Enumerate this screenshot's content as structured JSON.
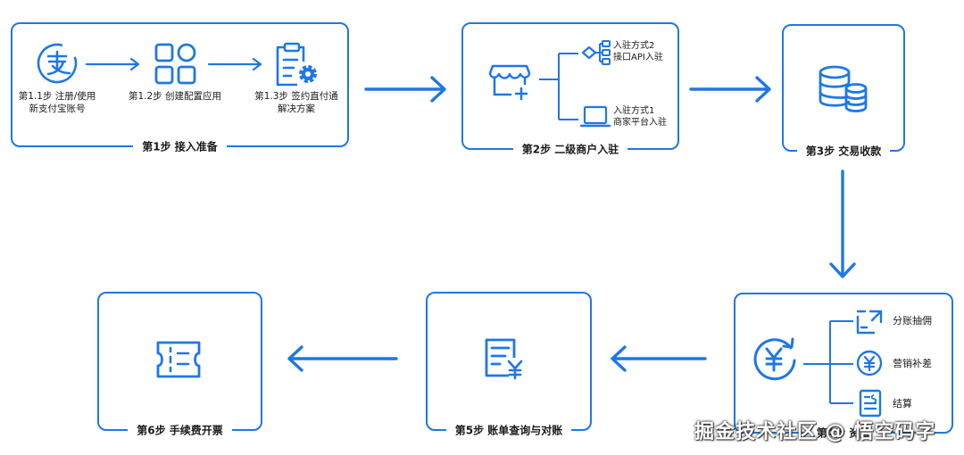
{
  "steps": {
    "step1": {
      "label": "第1步 接入准备",
      "substeps": [
        {
          "line1": "第1.1步 注册/使用",
          "line2": "新支付宝账号",
          "icon": "alipay-icon"
        },
        {
          "line1": "第1.2步 创建配置应用",
          "icon": "app-grid-icon"
        },
        {
          "line1": "第1.3步 签约直付通",
          "line2": "解决方案",
          "icon": "contract-gear-icon"
        }
      ]
    },
    "step2": {
      "label": "第2步 二级商户入驻",
      "icon": "store-add-icon",
      "methods": [
        {
          "line1": "入驻方式2",
          "line2": "接口API入驻",
          "icon": "api-tree-icon"
        },
        {
          "line1": "入驻方式1",
          "line2": "商家平台入驻",
          "icon": "laptop-icon"
        }
      ]
    },
    "step3": {
      "label": "第3步 交易收款",
      "icon": "database-coins-icon"
    },
    "step4": {
      "label": "第4步 资金",
      "icon": "yuan-cycle-icon",
      "items": [
        {
          "text": "分账抽佣",
          "icon": "split-share-icon"
        },
        {
          "text": "营销补差",
          "icon": "yuan-coin-icon"
        },
        {
          "text": "结算",
          "icon": "statement-icon"
        }
      ]
    },
    "step5": {
      "label": "第5步 账单查询与对账",
      "icon": "bill-yuan-icon"
    },
    "step6": {
      "label": "第6步 手续费开票",
      "icon": "ticket-icon"
    }
  },
  "watermark": "掘金技术社区 @ 悟空码字",
  "colors": {
    "accent": "#1f77e5",
    "text": "#1a1a1a",
    "background": "#ffffff"
  }
}
